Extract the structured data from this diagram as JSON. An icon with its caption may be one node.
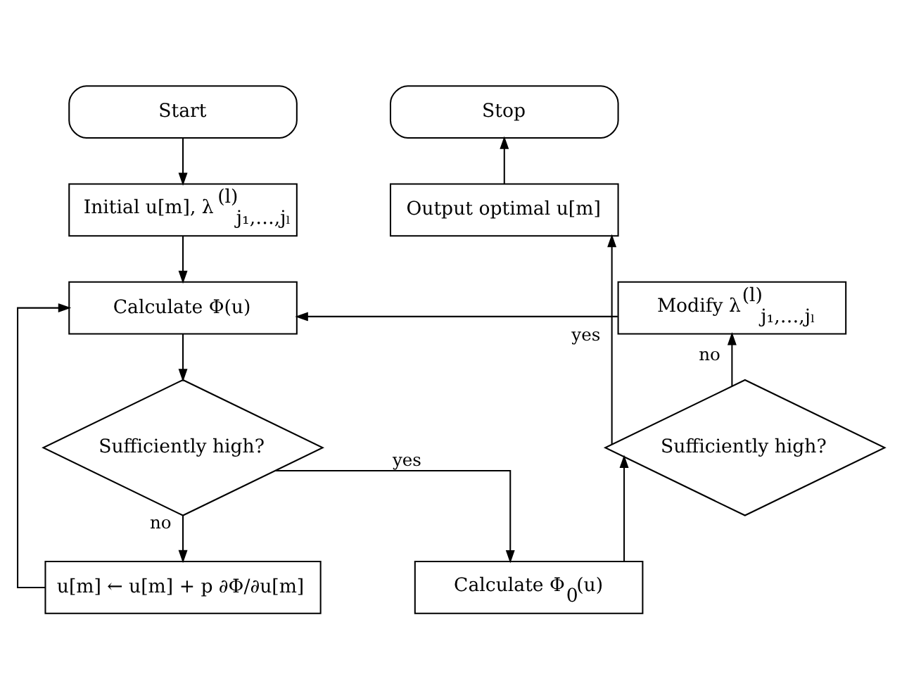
{
  "diagram": {
    "nodes": [
      {
        "text": [
          "Start"
        ]
      },
      {
        "text": [
          "Initial u[m], λ$^{(l)}$$_{j₁,…,jₗ}$"
        ]
      },
      {
        "text": [
          "Calculate Φ(u)"
        ]
      },
      {
        "text": [
          "Sufficiently high?"
        ]
      },
      {
        "text": [
          "u[m] ← u[m] + p ∂Φ/∂u[m]"
        ]
      },
      {
        "text": [
          "Stop"
        ]
      },
      {
        "text": [
          "Output optimal u[m]"
        ]
      },
      {
        "text": [
          "Modify λ$^{(l)}$$_{j₁,…,jₗ}$"
        ]
      },
      {
        "text": [
          "Sufficiently high?"
        ]
      },
      {
        "text": [
          "Calculate Φ$_{0}$(u)"
        ]
      }
    ],
    "edges": [
      {
        "from": 0,
        "to": 1,
        "arrow": "to"
      },
      {
        "from": 1,
        "to": 2,
        "arrow": "to"
      },
      {
        "from": 2,
        "to": 3,
        "arrow": "to"
      },
      {
        "from": 3,
        "to": 4,
        "arrow": "to",
        "label": "no"
      },
      {
        "from": 4,
        "to": 2,
        "arrow": "to"
      },
      {
        "from": 3,
        "to": 9,
        "arrow": "to",
        "label": "yes"
      },
      {
        "from": 9,
        "to": 8,
        "arrow": "to"
      },
      {
        "from": 8,
        "to": 7,
        "arrow": "to",
        "label": "no"
      },
      {
        "from": 7,
        "to": 2,
        "arrow": "to"
      },
      {
        "from": 8,
        "to": 6,
        "arrow": "to",
        "label": "yes"
      },
      {
        "from": 6,
        "to": 5,
        "arrow": "to"
      }
    ]
  }
}
